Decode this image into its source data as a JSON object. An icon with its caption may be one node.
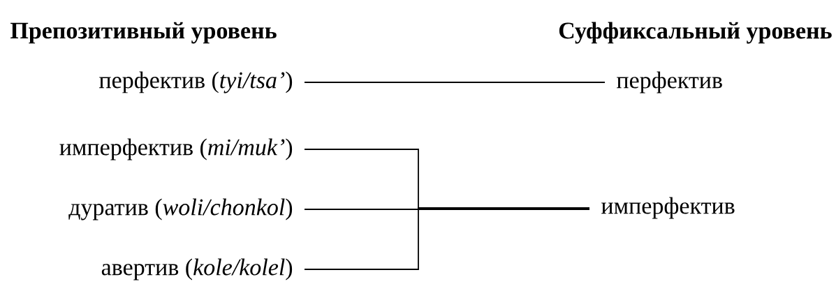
{
  "diagram": {
    "nodes": [
      {
        "text": [
          "перфектив (*tyi/tsa’*)"
        ]
      },
      {
        "text": [
          "имперфектив (*mi/muk’*)"
        ]
      },
      {
        "text": [
          "дуратив (*woli/chonkol*)"
        ]
      },
      {
        "text": [
          "авертив (*kole/kolel*)"
        ]
      },
      {
        "text": [
          "перфектив"
        ]
      },
      {
        "text": [
          "имперфектив"
        ]
      }
    ],
    "edges": [
      {
        "from": 0,
        "to": 4,
        "arrow": "none"
      },
      {
        "from": 1,
        "to": 5,
        "arrow": "none"
      },
      {
        "from": 2,
        "to": 5,
        "arrow": "none"
      },
      {
        "from": 3,
        "to": 5,
        "arrow": "none"
      }
    ],
    "labels": [
      "Препозитивный уровень",
      "Суффиксальный уровень"
    ]
  }
}
